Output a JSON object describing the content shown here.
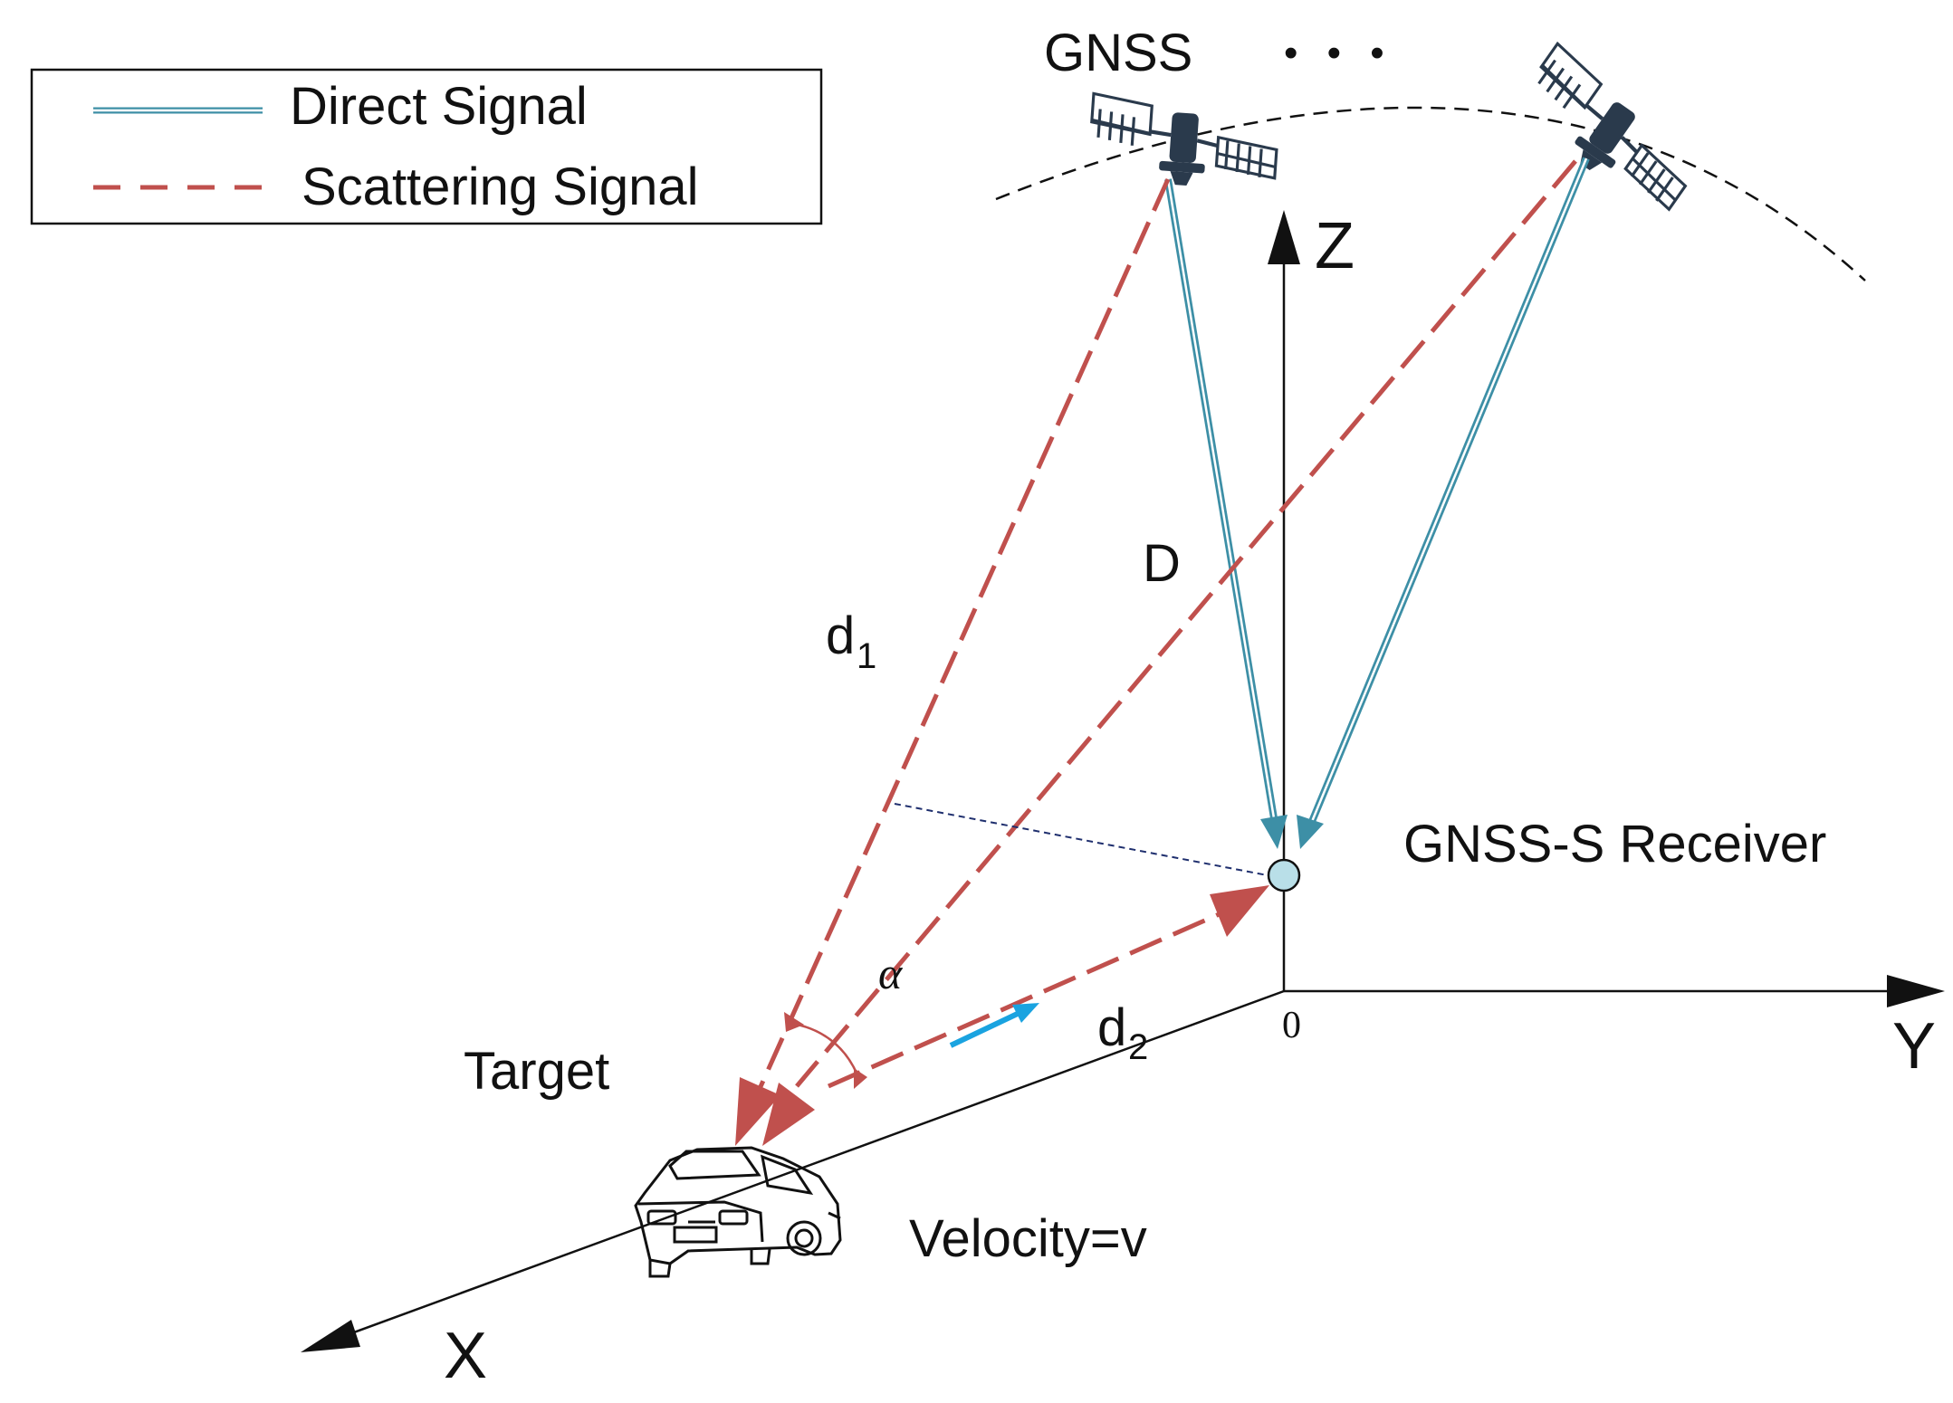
{
  "legend": {
    "direct_label": "Direct Signal",
    "scatter_label": "Scattering Signal"
  },
  "labels": {
    "gnss": "GNSS",
    "ellipsis": "• • •",
    "axis_z": "Z",
    "axis_y": "Y",
    "axis_x": "X",
    "origin": "0",
    "distance_D": "D",
    "d1_main": "d",
    "d1_sub": "1",
    "d2_main": "d",
    "d2_sub": "2",
    "alpha": "α",
    "receiver": "GNSS-S Receiver",
    "target": "Target",
    "velocity": "Velocity=v"
  },
  "colors": {
    "direct_signal": "#3d8fa6",
    "scattering_signal": "#c0504d",
    "velocity_arrow": "#1aa3e0",
    "receiver_fill": "#b9dfe8",
    "satellite": "#2a3a4c",
    "axes": "#111111",
    "projection_line": "#1f2f6e"
  },
  "icons": {
    "satellite": "satellite-icon",
    "receiver": "receiver-node-icon",
    "target": "car-icon"
  }
}
